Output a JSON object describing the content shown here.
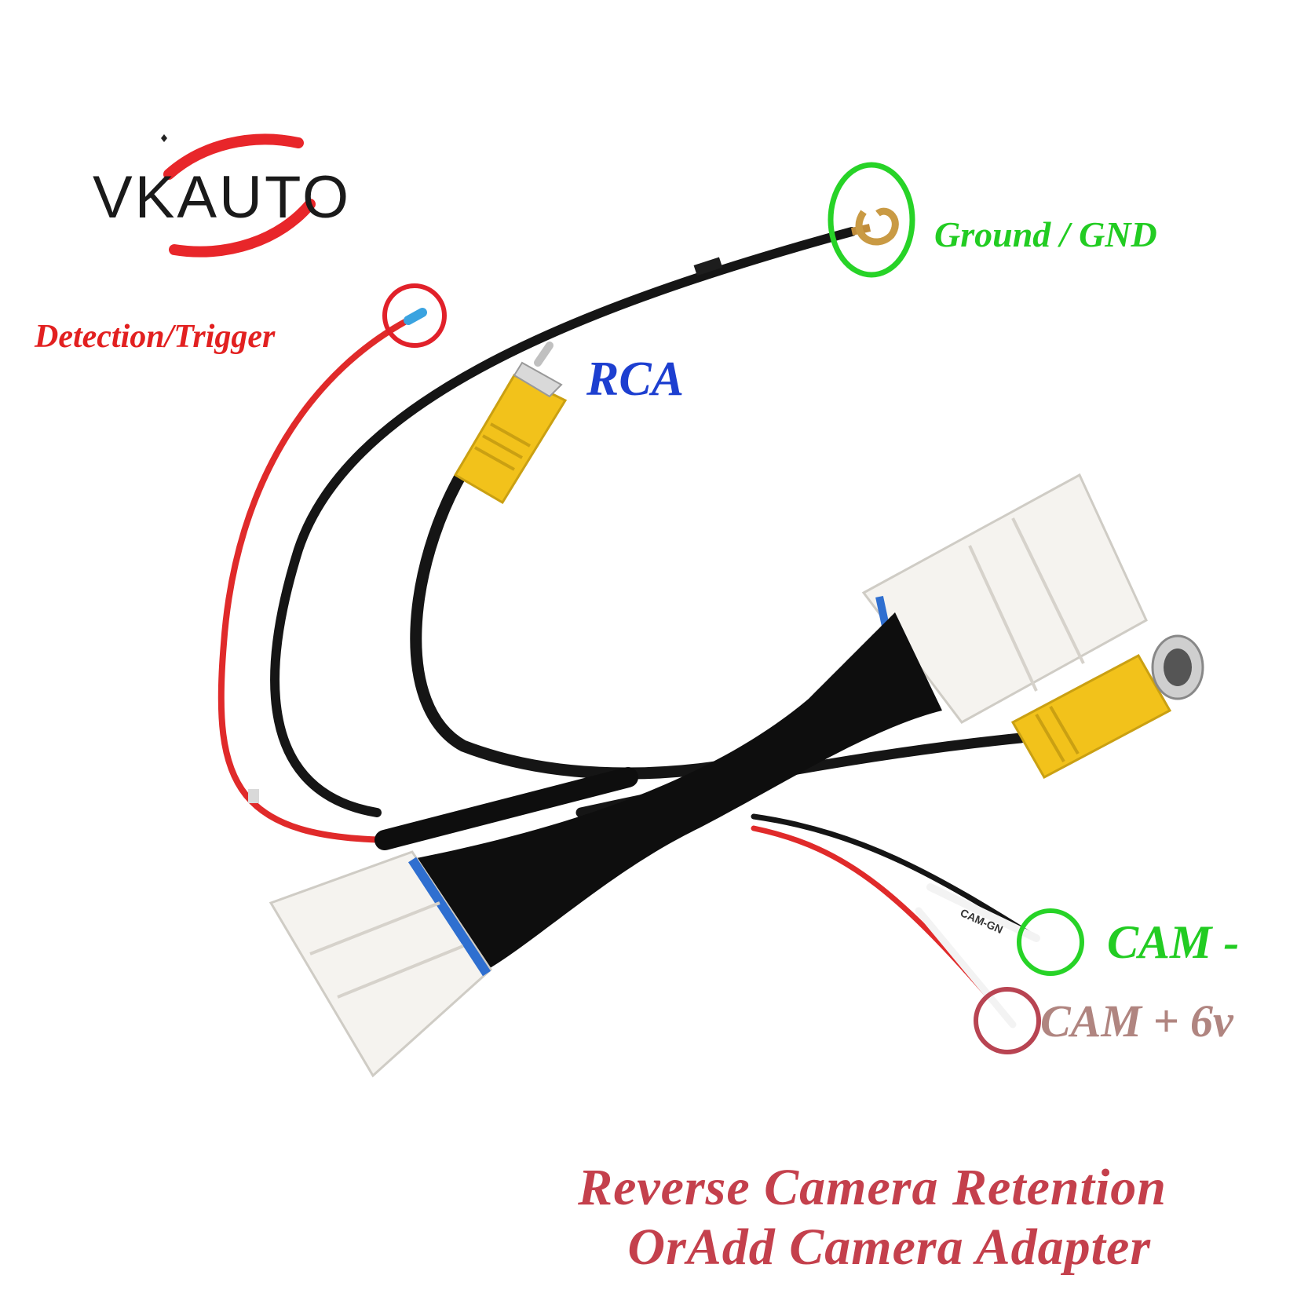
{
  "brand": {
    "name": "VKAUTO",
    "arc_color": "#e8262a",
    "text_color": "#1a1a1a"
  },
  "labels": {
    "ground": {
      "text": "Ground / GND",
      "color": "#22cc22"
    },
    "detection": {
      "text": "Detection/Trigger",
      "color": "#e22020"
    },
    "rca": {
      "text": "RCA",
      "color": "#1d3fd0"
    },
    "cam_minus": {
      "text": "CAM -",
      "color": "#22cc22"
    },
    "cam_plus": {
      "text": "CAM + 6v",
      "color": "#b08580"
    }
  },
  "sleeve_print": {
    "cam_gnd": "CAM-GN"
  },
  "caption": {
    "line1": "Reverse Camera Retention",
    "line2": "OrAdd Camera Adapter",
    "color": "#c4404c"
  },
  "palette": {
    "wire_black": "#151515",
    "wire_red": "#e02a2a",
    "rca_yellow": "#f2c21b",
    "connector_white": "#f5f3ef",
    "wrap_black": "#0e0e0e",
    "pin_blue": "#2f6fd0",
    "ring_green": "#27d327",
    "ring_red": "#e1212a",
    "ring_dark_red": "#b84452"
  }
}
